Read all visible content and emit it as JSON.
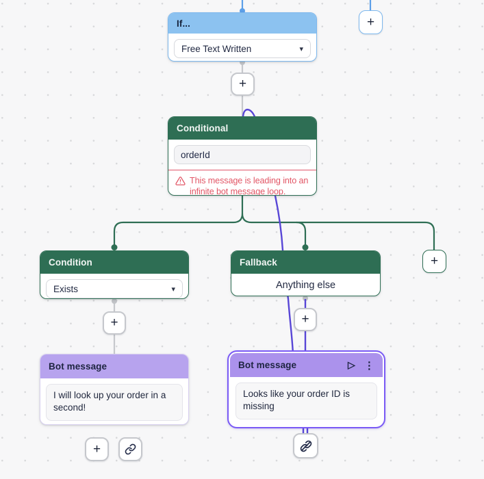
{
  "app": {
    "name": "chatbot flow builder canvas"
  },
  "colors": {
    "canvas_bg": "#f7f7f8",
    "grid_dot": "#d7d8da",
    "blue_header": "#8cc2f0",
    "blue_edge": "#5c9fe8",
    "green": "#2e6e54",
    "purple_header": "#b7a3ee",
    "purple_header_selected": "#ab92ec",
    "selection_ring": "#7a5af5",
    "purple_edge": "#5846d6",
    "gray_edge": "#c6c8cc",
    "error_red": "#e25565"
  },
  "nodes": {
    "if": {
      "title": "If...",
      "dropdown_value": "Free Text Written"
    },
    "conditional": {
      "title": "Conditional",
      "input_value": "orderId",
      "error_message": "This message is leading into an infinite bot message loop."
    },
    "condition": {
      "title": "Condition",
      "dropdown_value": "Exists"
    },
    "fallback": {
      "title": "Fallback",
      "body_text": "Anything else"
    },
    "bot_message_left": {
      "title": "Bot message",
      "message": "I will look up your order in a second!"
    },
    "bot_message_right": {
      "title": "Bot message",
      "message": "Looks like your order ID is missing",
      "selected": true
    }
  },
  "glyphs": {
    "plus": "+",
    "chevron_down": "▾",
    "play": "▷",
    "kebab": "⋮"
  }
}
